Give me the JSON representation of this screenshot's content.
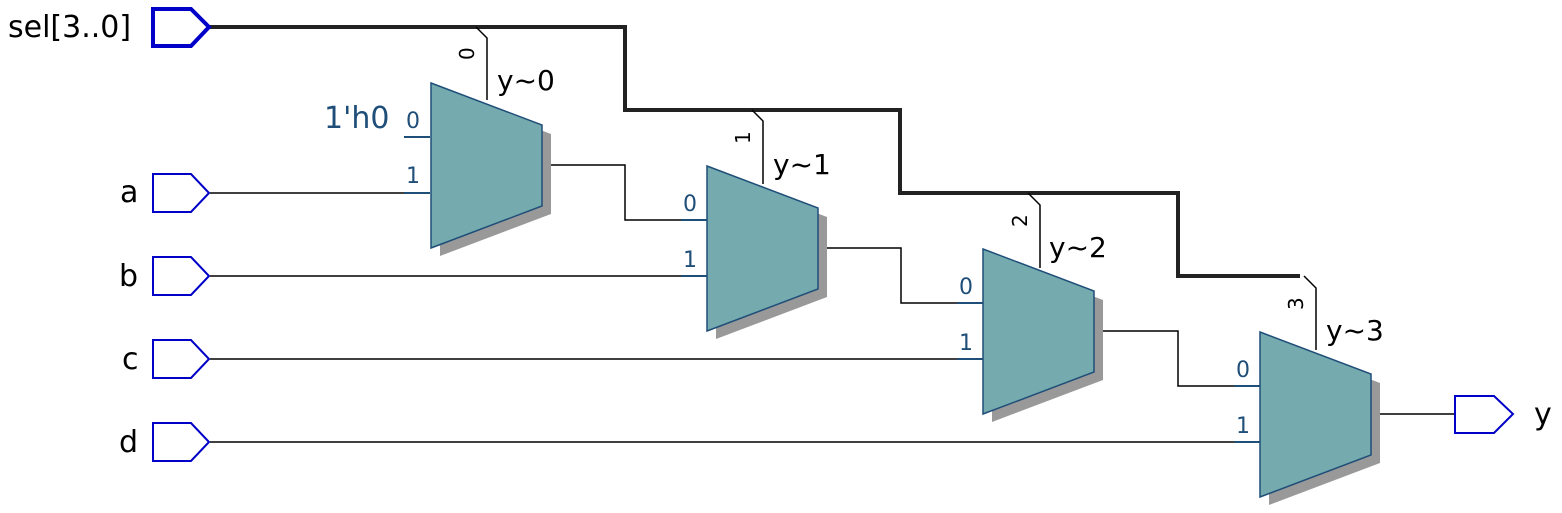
{
  "inputs": {
    "sel": "sel[3..0]",
    "a": "a",
    "b": "b",
    "c": "c",
    "d": "d"
  },
  "output": {
    "y": "y"
  },
  "constant": "1'h0",
  "muxes": [
    {
      "name": "y~0",
      "sel_bit": "0",
      "in0": "0",
      "in1": "1"
    },
    {
      "name": "y~1",
      "sel_bit": "1",
      "in0": "0",
      "in1": "1"
    },
    {
      "name": "y~2",
      "sel_bit": "2",
      "in0": "0",
      "in1": "1"
    },
    {
      "name": "y~3",
      "sel_bit": "3",
      "in0": "0",
      "in1": "1"
    }
  ],
  "colors": {
    "mux_fill": "#75abae",
    "port_stroke": "#0000c8",
    "pin_label": "#1f4e79"
  }
}
